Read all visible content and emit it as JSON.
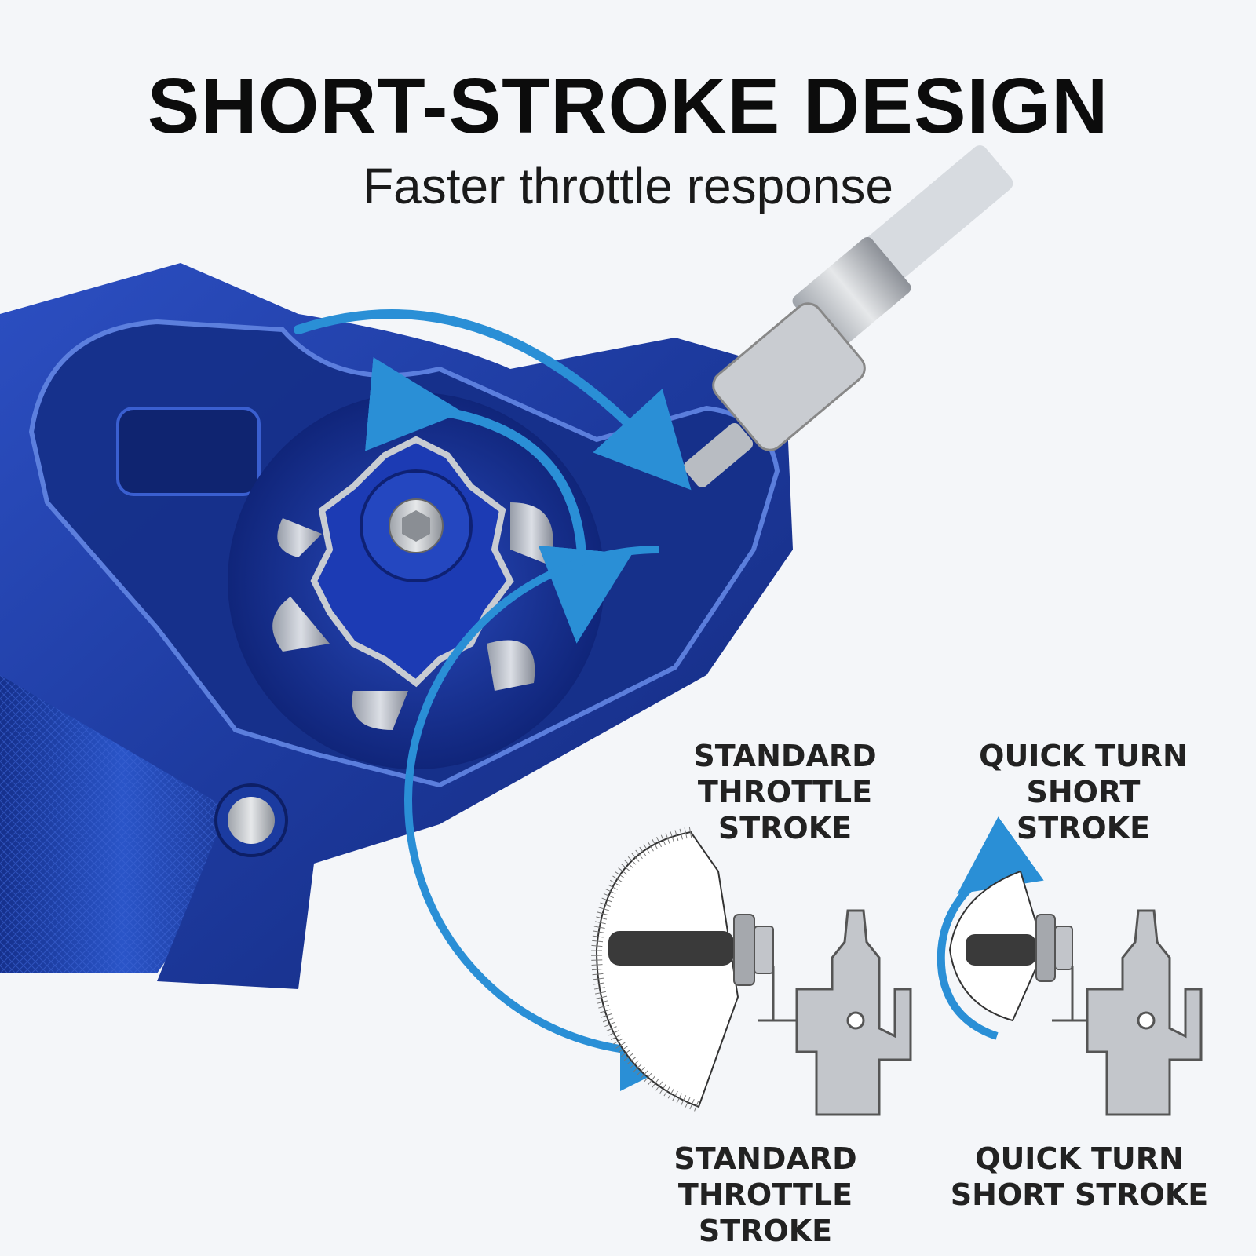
{
  "header": {
    "title": "SHORT-STROKE DESIGN",
    "subtitle": "Faster throttle response"
  },
  "diagram": {
    "top_left_caption": [
      "STANDARD",
      "THROTTLE STROKE"
    ],
    "top_right_caption": [
      "QUICK TURN",
      "SHORT STROKE"
    ],
    "bottom_left_caption": [
      "STANDARD",
      "THROTTLE STROKE"
    ],
    "bottom_right_caption": [
      "QUICK TURN",
      "SHORT STROKE"
    ]
  },
  "colors": {
    "anodized_blue": "#1f3fa8",
    "arrow_blue": "#2a8fd6",
    "background": "#f4f6f9"
  }
}
